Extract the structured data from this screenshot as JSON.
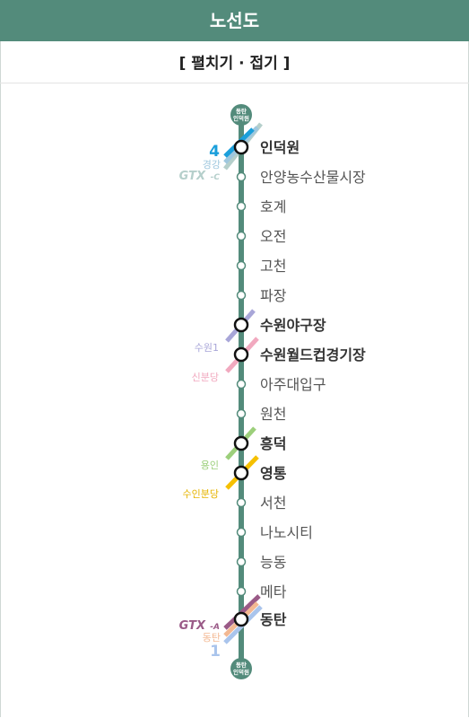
{
  "header": {
    "title": "노선도"
  },
  "toggle": {
    "label": "[ 펼치기 · 접기 ]"
  },
  "terminal": {
    "top_line1": "동탄",
    "top_line2": "인덕원",
    "bottom_line1": "동탄",
    "bottom_line2": "인덕원"
  },
  "stations": [
    {
      "name": "인덕원"
    },
    {
      "name": "안양농수산물시장"
    },
    {
      "name": "호계"
    },
    {
      "name": "오전"
    },
    {
      "name": "고천"
    },
    {
      "name": "파장"
    },
    {
      "name": "수원야구장"
    },
    {
      "name": "수원월드컵경기장"
    },
    {
      "name": "아주대입구"
    },
    {
      "name": "원천"
    },
    {
      "name": "흥덕"
    },
    {
      "name": "영통"
    },
    {
      "name": "서천"
    },
    {
      "name": "나노시티"
    },
    {
      "name": "능동"
    },
    {
      "name": "메타"
    },
    {
      "name": "동탄"
    }
  ],
  "transfers": {
    "line4": "4",
    "gyeonggang": "경강",
    "gtx_c": "GTX",
    "gtx_c_suffix": "-C",
    "suwon1": "수원1",
    "sinbundang": "신분당",
    "yongin": "용인",
    "suinbundang": "수인분당",
    "gtx_a": "GTX",
    "gtx_a_suffix": "-A",
    "dongtan": "동탄",
    "line1": "1"
  },
  "colors": {
    "header_bg": "#538b7b",
    "line_main": "#538b7b",
    "line4": "#1b9fdb",
    "gyeonggang": "#9ec7de",
    "gtx_c": "#b5cfcb",
    "suwon1": "#a8a6d8",
    "sinbundang": "#f1a9bf",
    "yongin": "#9ccf7b",
    "suinbundang": "#f5c000",
    "gtx_a": "#9a5a87",
    "dongtan": "#f3b892",
    "line1": "#a9c4ec"
  }
}
